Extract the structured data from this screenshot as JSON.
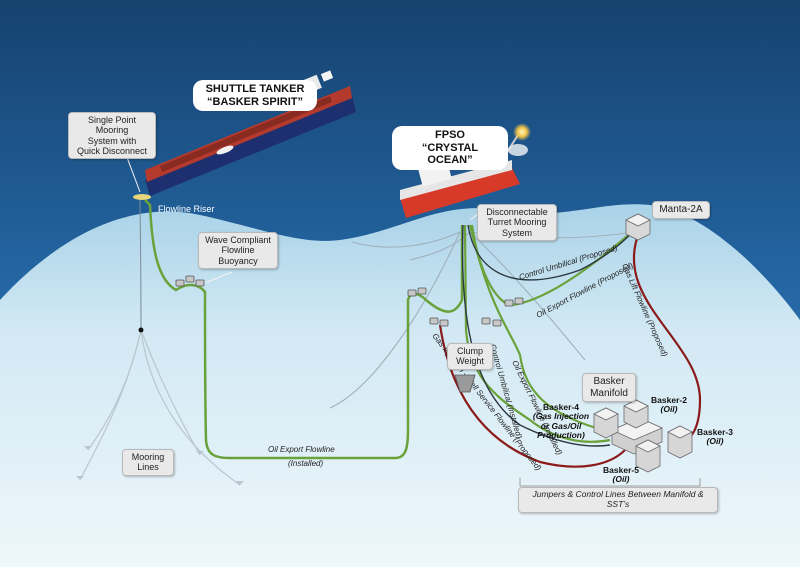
{
  "titles": {
    "tanker_line1": "SHUTTLE TANKER",
    "tanker_line2": "“BASKER SPIRIT”",
    "fpso_line1": "FPSO",
    "fpso_line2": "“CRYSTAL OCEAN”"
  },
  "labels": {
    "spm_1": "Single Point",
    "spm_2": "Mooring",
    "spm_3": "System with",
    "spm_4": "Quick Disconnect",
    "flowline_riser": "Flowline Riser",
    "wave_1": "Wave Compliant",
    "wave_2": "Flowline",
    "wave_3": "Buoyancy",
    "turret_1": "Disconnectable",
    "turret_2": "Turret Mooring",
    "turret_3": "System",
    "manta": "Manta-2A",
    "clump_1": "Clump",
    "clump_2": "Weight",
    "mooring_1": "Mooring",
    "mooring_2": "Lines",
    "manifold_1": "Basker",
    "manifold_2": "Manifold",
    "jumpers": "Jumpers & Control Lines Between Manifold & SST’s"
  },
  "wells": {
    "b4_1": "Basker-4",
    "b4_2": "(Gas Injection",
    "b4_3": "or Gas/Oil",
    "b4_4": "Production)",
    "b2_1": "Basker-2",
    "b2_2": "(Oil)",
    "b3_1": "Basker-3",
    "b3_2": "(Oil)",
    "b5_1": "Basker-5",
    "b5_2": "(Oil)"
  },
  "flowlines": {
    "oil_export_1": "Oil Export Flowline",
    "oil_export_2": "(Installed)",
    "control_umb_proposed": "Control Umbilical (Proposed)",
    "oil_export_proposed": "Oil Export Flowline (Proposed)",
    "gas_lift_proposed": "Gas Lift Flowline (Proposed)",
    "gas_injection": "Gas Injection - Well Service Flowline (Proposed)",
    "control_umb_installed": "Control Umbilical (Installed)",
    "oil_export_installed": "Oil Export Flowline (Installed)"
  },
  "colors": {
    "sea_top": "#1a4f86",
    "sea_mid": "#2f78b5",
    "water": "#cfe6f2",
    "green_line": "#6aa23a",
    "red_line": "#8b1a1a",
    "hull_red": "#b43a2e",
    "hull_blue": "#1d2f6e"
  }
}
